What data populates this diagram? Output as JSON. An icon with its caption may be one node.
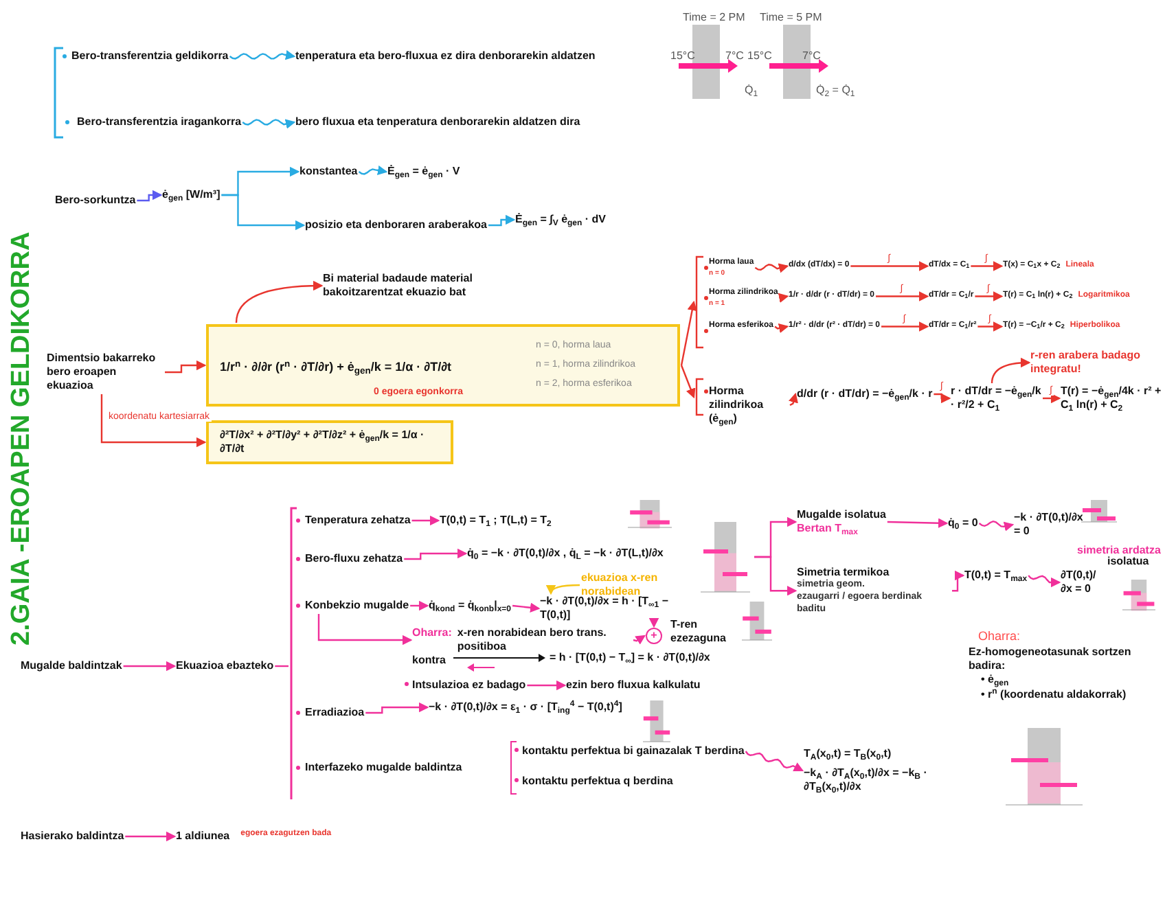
{
  "diagram": {
    "title": "2.GAIA -EROAPEN GELDIKORRA",
    "nodes": [
      {
        "text": [
          "Bero-transferentzia geldikorra"
        ]
      },
      {
        "text": [
          "tenperatura eta bero-fluxua ez dira denborarekin aldatzen"
        ]
      },
      {
        "text": [
          "Bero-transferentzia iragankorra"
        ]
      },
      {
        "text": [
          "bero fluxua eta tenperatura denborarekin aldatzen dira"
        ]
      },
      {
        "text": [
          "Bero-sorkuntza"
        ]
      },
      {
        "text": [
          "ė$_{gen}$ [W/m³]"
        ]
      },
      {
        "text": [
          "konstantea"
        ]
      },
      {
        "text": [
          "Ė$_{gen}$ = ė$_{gen}$ · V"
        ]
      },
      {
        "text": [
          "posizio eta denboraren araberakoa"
        ]
      },
      {
        "text": [
          "Ė$_{gen}$ = ∫$_{V}$ ė$_{gen}$ · dV"
        ]
      },
      {
        "text": [
          "Bi material badaude material bakoitzarentzat ekuazio bat"
        ]
      },
      {
        "text": [
          "Dimentsio bakarreko bero eroapen ekuazioa"
        ]
      },
      {
        "text": [
          "1/r$^{n}$ · ∂/∂r (r$^{n}$ · ∂T/∂r) + ė$_{gen}$/k = 1/α · ∂T/∂t",
          "0 egoera egonkorra",
          "n = 0, horma laua",
          "n = 1, horma zilindrikoa",
          "n = 2, horma esferikoa"
        ]
      },
      {
        "text": [
          "∂²T/∂x² + ∂²T/∂y² + ∂²T/∂z² + ė$_{gen}$/k = 1/α · ∂T/∂t"
        ]
      },
      {
        "text": [
          "Horma laua",
          "n = 0"
        ]
      },
      {
        "text": [
          "d/dx (dT/dx) = 0"
        ]
      },
      {
        "text": [
          "dT/dx = C$_{1}$"
        ]
      },
      {
        "text": [
          "T(x) = C$_{1}$x + C$_{2}$"
        ],
        "beside": [
          "Lineala"
        ]
      },
      {
        "text": [
          "Horma zilindrikoa",
          "n = 1"
        ]
      },
      {
        "text": [
          "1/r · d/dr (r · dT/dr) = 0"
        ]
      },
      {
        "text": [
          "dT/dr = C$_{1}$/r"
        ]
      },
      {
        "text": [
          "T(r) = C$_{1}$ ln(r) + C$_{2}$"
        ],
        "beside": [
          "Logaritmikoa"
        ]
      },
      {
        "text": [
          "Horma esferikoa"
        ]
      },
      {
        "text": [
          "1/r² · d/dr (r² · dT/dr) = 0"
        ]
      },
      {
        "text": [
          "dT/dr = C$_{1}$/r²"
        ]
      },
      {
        "text": [
          "T(r) = −C$_{1}$/r + C$_{2}$"
        ],
        "beside": [
          "Hiperbolikoa"
        ]
      },
      {
        "text": [
          "Horma zilindrikoa (ė$_{gen}$)"
        ]
      },
      {
        "text": [
          "d/dr (r · dT/dr) = −ė$_{gen}$/k · r"
        ]
      },
      {
        "text": [
          "r · dT/dr = −ė$_{gen}$/k · r²/2 + C$_{1}$"
        ]
      },
      {
        "text": [
          "T(r) = −ė$_{gen}$/4k · r² + C$_{1}$ ln(r) + C$_{2}$"
        ]
      },
      {
        "text": [
          "r-ren arabera badago integratu!"
        ]
      },
      {
        "text": [
          "Mugalde baldintzak"
        ]
      },
      {
        "text": [
          "Ekuazioa ebazteko"
        ]
      },
      {
        "text": [
          "Tenperatura zehatza"
        ]
      },
      {
        "text": [
          "T(0,t) = T$_{1}$ ; T(L,t) = T$_{2}$"
        ]
      },
      {
        "text": [
          "Bero-fluxu zehatza"
        ]
      },
      {
        "text": [
          "q̇$_{0}$ = −k · ∂T(0,t)/∂x , q̇$_{L}$ = −k · ∂T(L,t)/∂x"
        ]
      },
      {
        "text": [
          "Konbekzio mugalde"
        ]
      },
      {
        "text": [
          "q̇$_{kond}$ = q̇$_{konb}$|$_{x=0}$"
        ]
      },
      {
        "text": [
          "−k · ∂T(0,t)/∂x = h · [T$_{∞1}$ − T(0,t)]"
        ]
      },
      {
        "text": [
          "ekuazioa x-ren norabidean"
        ]
      },
      {
        "text": [
          "Oharra:",
          "x-ren norabidean bero trans. positiboa"
        ]
      },
      {
        "text": [
          "+"
        ]
      },
      {
        "text": [
          "Intsulazioa ez badago"
        ]
      },
      {
        "text": [
          "ezin bero fluxua kalkulatu"
        ]
      },
      {
        "text": [
          "Erradiazioa"
        ]
      },
      {
        "text": [
          "−k · ∂T(0,t)/∂x = ε$_{1}$ · σ · [T$_{ing}$$^{4}$ − T(0,t)$^{4}$]"
        ]
      },
      {
        "text": [
          "Interfazeko mugalde baldintza"
        ]
      },
      {
        "text": [
          "kontaktu perfektua bi gainazalak T berdina"
        ]
      },
      {
        "text": [
          "kontaktu perfektua q berdina"
        ]
      },
      {
        "text": [
          "T$_{A}$(x$_{0}$,t) = T$_{B}$(x$_{0}$,t)",
          "−k$_{A}$ · ∂T$_{A}$(x$_{0}$,t)/∂x = −k$_{B}$ · ∂T$_{B}$(x$_{0}$,t)/∂x"
        ]
      },
      {
        "text": [],
        "shape": "picture"
      },
      {
        "text": [
          "Mugalde isolatua",
          "Bertan T$_{max}$"
        ]
      },
      {
        "text": [
          "q̇$_{0}$ = 0"
        ]
      },
      {
        "text": [
          "−k · ∂T(0,t)/∂x = 0"
        ]
      },
      {
        "text": [
          "Simetria termikoa",
          "simetria geom.",
          "ezaugarri / egoera berdinak baditu"
        ]
      },
      {
        "text": [
          "T(0,t) = T$_{max}$"
        ]
      },
      {
        "text": [
          "∂T(0,t)/∂x = 0"
        ]
      },
      {
        "text": [
          "Hasierako baldintza"
        ]
      },
      {
        "text": [
          "1 aldiunea"
        ],
        "beside": [
          "egoera ezagutzen bada"
        ]
      },
      {
        "text": [],
        "shape": "bar"
      },
      {
        "text": [],
        "shape": "bar"
      }
    ],
    "edges": [
      {
        "from": 0,
        "to": 1,
        "arrow": "to",
        "color": "#29abe2"
      },
      {
        "from": 2,
        "to": 3,
        "arrow": "to",
        "color": "#29abe2"
      },
      {
        "from": 4,
        "to": 5,
        "arrow": "to",
        "color": "#5b5bf0"
      },
      {
        "from": 5,
        "to": 6,
        "arrow": "to",
        "color": "#29abe2"
      },
      {
        "from": 5,
        "to": 8,
        "arrow": "to",
        "color": "#29abe2"
      },
      {
        "from": 6,
        "to": 7,
        "arrow": "to",
        "color": "#29abe2"
      },
      {
        "from": 8,
        "to": 9,
        "arrow": "to",
        "color": "#29abe2"
      },
      {
        "from": 11,
        "to": 12,
        "arrow": "to",
        "color": "#e8352e"
      },
      {
        "from": 11,
        "to": 13,
        "arrow": "to",
        "label": "koordenatu kartesiarrak",
        "color": "#e8352e"
      },
      {
        "from": 12,
        "to": 10,
        "arrow": "to",
        "color": "#e8352e"
      },
      {
        "from": 12,
        "to": 60,
        "arrow": "to",
        "color": "#e8352e"
      },
      {
        "from": 12,
        "to": 61,
        "arrow": "to",
        "color": "#e8352e"
      },
      {
        "from": 14,
        "to": 15,
        "arrow": "to",
        "color": "#e8352e"
      },
      {
        "from": 15,
        "to": 16,
        "arrow": "to",
        "label": "∫",
        "color": "#e8352e"
      },
      {
        "from": 16,
        "to": 17,
        "arrow": "to",
        "label": "∫",
        "color": "#e8352e"
      },
      {
        "from": 18,
        "to": 19,
        "arrow": "to",
        "color": "#e8352e"
      },
      {
        "from": 19,
        "to": 20,
        "arrow": "to",
        "label": "∫",
        "color": "#e8352e"
      },
      {
        "from": 20,
        "to": 21,
        "arrow": "to",
        "label": "∫",
        "color": "#e8352e"
      },
      {
        "from": 22,
        "to": 23,
        "arrow": "to",
        "color": "#e8352e"
      },
      {
        "from": 23,
        "to": 24,
        "arrow": "to",
        "label": "∫",
        "color": "#e8352e"
      },
      {
        "from": 24,
        "to": 25,
        "arrow": "to",
        "label": "∫",
        "color": "#e8352e"
      },
      {
        "from": 26,
        "to": 27,
        "arrow": "to",
        "color": "#e8352e"
      },
      {
        "from": 27,
        "to": 28,
        "arrow": "to",
        "label": "∫",
        "color": "#e8352e"
      },
      {
        "from": 28,
        "to": 29,
        "arrow": "to",
        "label": "∫",
        "color": "#e8352e"
      },
      {
        "from": 28,
        "to": 30,
        "arrow": "to",
        "color": "#e8352e"
      },
      {
        "from": 31,
        "to": 32,
        "arrow": "to"
      },
      {
        "from": 32,
        "to": null,
        "arrow": "none"
      },
      {
        "from": 33,
        "to": 34,
        "arrow": "to"
      },
      {
        "from": 35,
        "to": 36,
        "arrow": "to"
      },
      {
        "from": 37,
        "to": 38,
        "arrow": "to"
      },
      {
        "from": 38,
        "to": 39,
        "arrow": "to"
      },
      {
        "from": 40,
        "to": 39,
        "arrow": "to",
        "color": "#f5c518"
      },
      {
        "from": 39,
        "to": 42,
        "arrow": "to"
      },
      {
        "from": 37,
        "to": 41,
        "arrow": "to"
      },
      {
        "from": 41,
        "to": 42,
        "arrow": "to"
      },
      {
        "from": 43,
        "to": 44,
        "arrow": "to"
      },
      {
        "from": 45,
        "to": 46,
        "arrow": "to"
      },
      {
        "from": 48,
        "to": 50,
        "arrow": "to"
      },
      {
        "from": 51,
        "to": 52,
        "arrow": "to"
      },
      {
        "from": 51,
        "to": 55,
        "arrow": "to"
      },
      {
        "from": 52,
        "to": 53,
        "arrow": "to"
      },
      {
        "from": 53,
        "to": 54,
        "arrow": "to"
      },
      {
        "from": 55,
        "to": 56,
        "arrow": "to"
      },
      {
        "from": 56,
        "to": 57,
        "arrow": "to"
      },
      {
        "from": 58,
        "to": 59,
        "arrow": "to"
      }
    ],
    "labels": [
      "Time = 2 PM",
      "15°C",
      "7°C",
      "Q̇$_{1}$",
      "Time = 5 PM",
      "15°C",
      "7°C",
      "Q̇$_{2}$ = Q̇$_{1}$",
      "T-ren ezezaguna",
      "kontra",
      "= h · [T(0,t) − T$_{∞}$] = k · ∂T(0,t)/∂x",
      "simetria ardatza",
      "isolatua",
      "Oharra:",
      "Ez-homogeneotasunak sortzen badira:",
      "• ė$_{gen}$",
      "• r$^{n}$ (koordenatu aldakorrak)"
    ]
  }
}
